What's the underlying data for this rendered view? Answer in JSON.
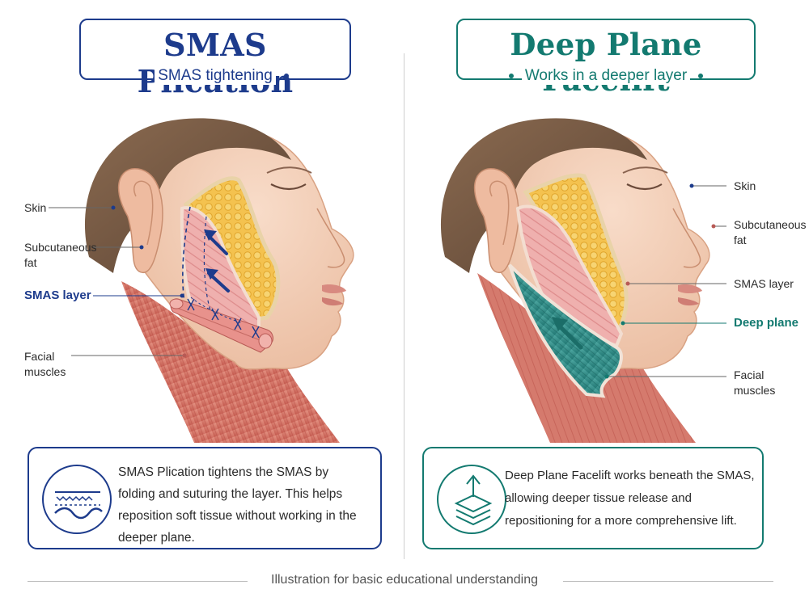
{
  "colors": {
    "navy": "#1d3b8c",
    "teal": "#137a70",
    "skin": "#f2cdb6",
    "fat": "#f3c24e",
    "muscle": "#d97a6f",
    "smas": "#eba6a6",
    "deep_plane": "#2f8f8a"
  },
  "left": {
    "title": "SMAS Plication",
    "subtitle": "SMAS tightening",
    "labels": {
      "skin": "Skin",
      "subcutaneous_fat_1": "Subcutaneous",
      "subcutaneous_fat_2": "fat",
      "smas_layer": "SMAS layer",
      "facial_muscles_1": "Facial",
      "facial_muscles_2": "muscles"
    },
    "description": "SMAS Plication tightens the SMAS by folding and suturing the layer. This helps reposition soft tissue without working in the deeper plane.",
    "icon": "folded-layer-icon"
  },
  "right": {
    "title": "Deep Plane Facelift",
    "subtitle": "Works in a deeper layer",
    "labels": {
      "skin": "Skin",
      "subcutaneous_fat_1": "Subcutaneous",
      "subcutaneous_fat_2": "fat",
      "smas_layer": "SMAS layer",
      "deep_plane": "Deep plane",
      "facial_muscles_1": "Facial",
      "facial_muscles_2": "muscles"
    },
    "description": "Deep Plane Facelift works beneath the SMAS, allowing deeper tissue release and repositioning for a more comprehensive lift.",
    "icon": "stacked-layers-arrow-icon"
  },
  "footer": {
    "note": "Illustration for basic educational understanding"
  }
}
